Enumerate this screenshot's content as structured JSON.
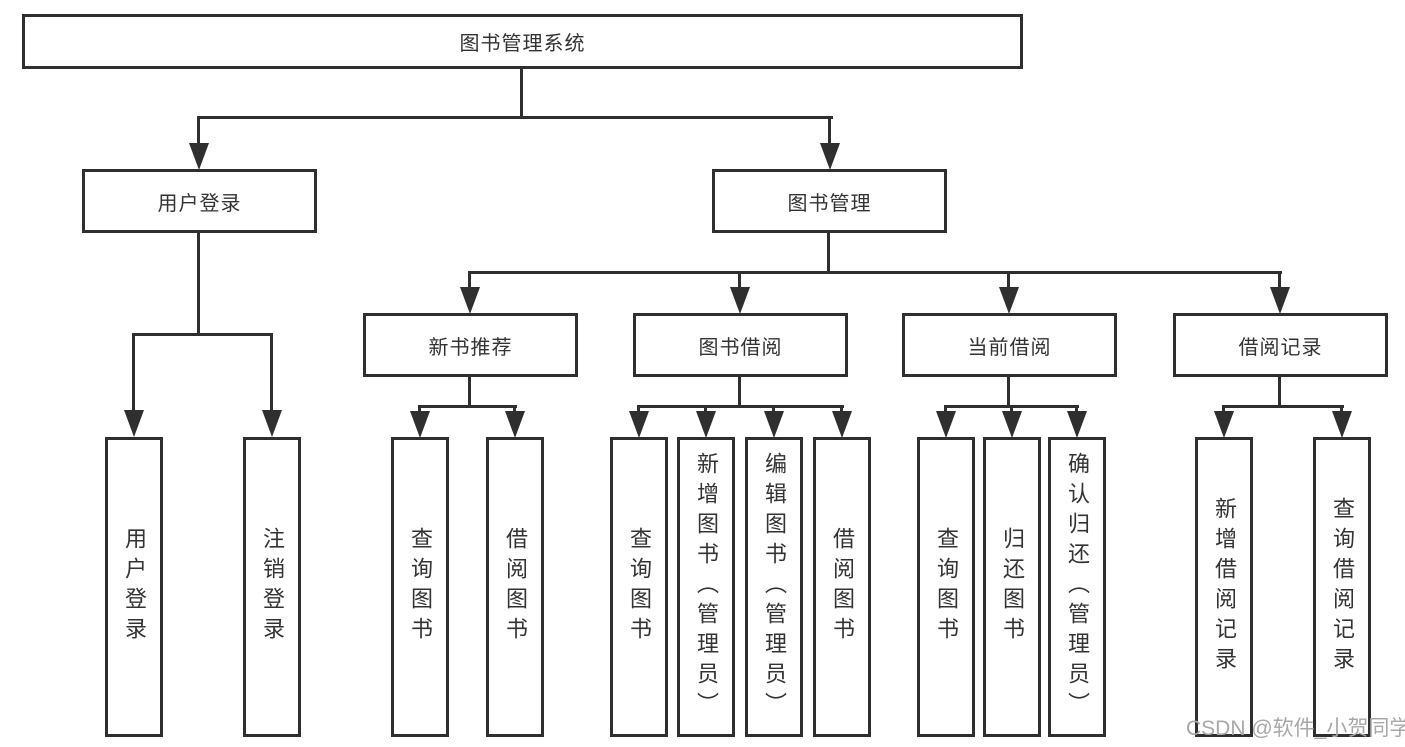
{
  "title": "图书管理系统",
  "watermark": "CSDN @软件_小贺同学",
  "colors": {
    "line": "#2f2f2f",
    "text": "#333333",
    "watermark": "#a8a8a8",
    "background": "#ffffff"
  },
  "tree": {
    "root": "图书管理系统",
    "level2": [
      {
        "label": "用户登录"
      },
      {
        "label": "图书管理"
      }
    ],
    "level3": [
      {
        "label": "新书推荐"
      },
      {
        "label": "图书借阅"
      },
      {
        "label": "当前借阅"
      },
      {
        "label": "借阅记录"
      }
    ],
    "leaves": {
      "user_login": [
        "用户登录",
        "注销登录"
      ],
      "new_book": [
        "查询图书",
        "借阅图书"
      ],
      "book_borrow": [
        "查询图书",
        "新增图书（管理员）",
        "编辑图书（管理员）",
        "借阅图书"
      ],
      "current_borrow": [
        "查询图书",
        "归还图书",
        "确认归还（管理员）"
      ],
      "borrow_records": [
        "新增借阅记录",
        "查询借阅记录"
      ]
    }
  }
}
